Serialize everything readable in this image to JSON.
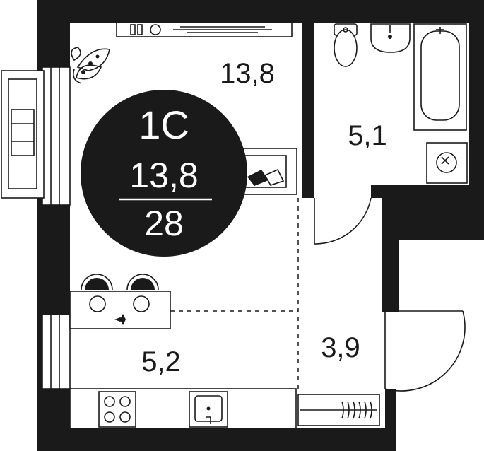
{
  "badge": {
    "type_code": "1С",
    "living_area": "13,8",
    "total_area": "28",
    "fill": "#1a1a1a",
    "text_color": "#ffffff"
  },
  "rooms": [
    {
      "name": "living-room",
      "area": "13,8"
    },
    {
      "name": "bathroom",
      "area": "5,1"
    },
    {
      "name": "kitchen",
      "area": "5,2"
    },
    {
      "name": "hallway",
      "area": "3,9"
    }
  ],
  "colors": {
    "wall": "#1a1a1a",
    "floor": "#ffffff"
  },
  "fixtures": [
    "plant-icon",
    "toilet-icon",
    "washbasin-icon",
    "bathtub-icon",
    "washing-machine-icon",
    "stove-icon",
    "sink-icon",
    "radiator-icon",
    "dining-table-icon",
    "sofa-icon",
    "tv-stand-icon"
  ]
}
